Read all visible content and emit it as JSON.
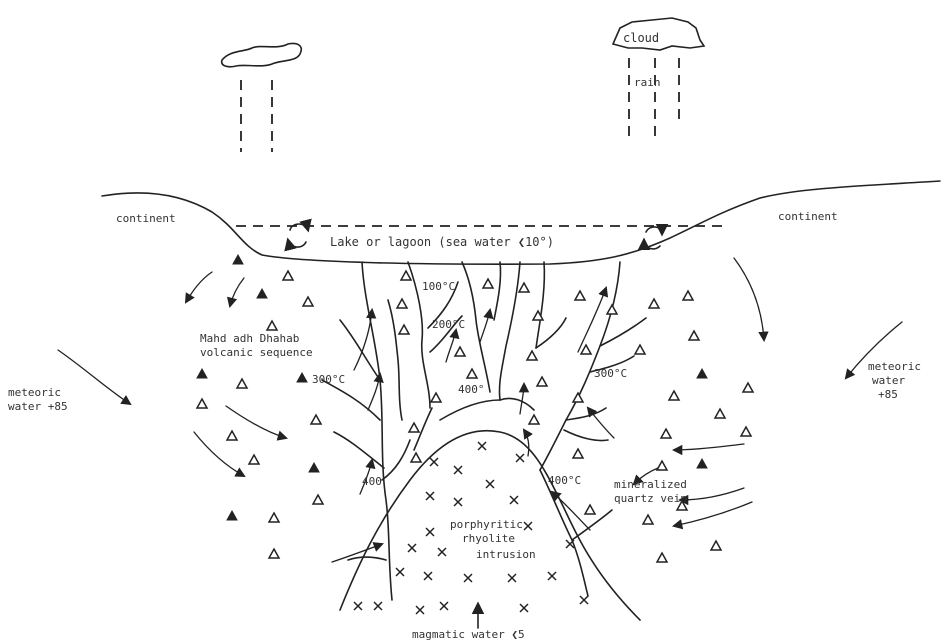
{
  "labels": {
    "cloud": "cloud",
    "rain": "rain",
    "continent_left": "continent",
    "continent_right": "continent",
    "lake": "Lake or lagoon (sea water ❮10°)",
    "volcanic_line1": "Mahd adh Dhahab",
    "volcanic_line2": "volcanic sequence",
    "meteoric_left_line1": "meteoric",
    "meteoric_left_line2": "water +85",
    "meteoric_right_line1": "meteoric",
    "meteoric_right_line2": "water",
    "meteoric_right_line3": "+85",
    "temp_100": "100°C",
    "temp_200": "200°C",
    "temp_300_left": "300°C",
    "temp_400_center": "400°",
    "temp_300_right": "300°C",
    "temp_400_left": "400",
    "temp_400_right": "400°C",
    "vein_line1": "mineralized",
    "vein_line2": "quartz vein",
    "intrusion_line1": "porphyritic",
    "intrusion_line2": "rhyolite",
    "intrusion_line3": "intrusion",
    "magmatic": "magmatic water ❮5"
  },
  "icons": {
    "volcanic_symbol": "triangle",
    "intrusion_symbol": "x-cross",
    "circulation_symbol": "circular-arrows"
  },
  "colors": {
    "ink": "#222222",
    "text": "#333333",
    "paper": "#ffffff"
  }
}
